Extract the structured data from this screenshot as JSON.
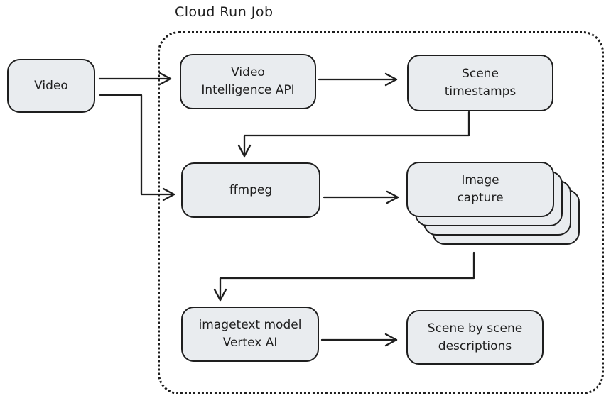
{
  "diagram": {
    "title": "Cloud Run Job",
    "colors": {
      "background": "#ffffff",
      "node_fill": "#e9ecef",
      "stroke": "#1e1e1e"
    },
    "nodes": {
      "video": {
        "label": [
          "Video"
        ]
      },
      "video_intelligence": {
        "label": [
          "Video",
          "Intelligence API"
        ]
      },
      "scene_timestamps": {
        "label": [
          "Scene",
          "timestamps"
        ]
      },
      "ffmpeg": {
        "label": [
          "ffmpeg"
        ]
      },
      "image_capture": {
        "label": [
          "Image",
          "capture"
        ]
      },
      "imagetext_model": {
        "label": [
          "imagetext model",
          "Vertex AI"
        ]
      },
      "scene_descriptions": {
        "label": [
          "Scene by scene",
          "descriptions"
        ]
      }
    }
  }
}
